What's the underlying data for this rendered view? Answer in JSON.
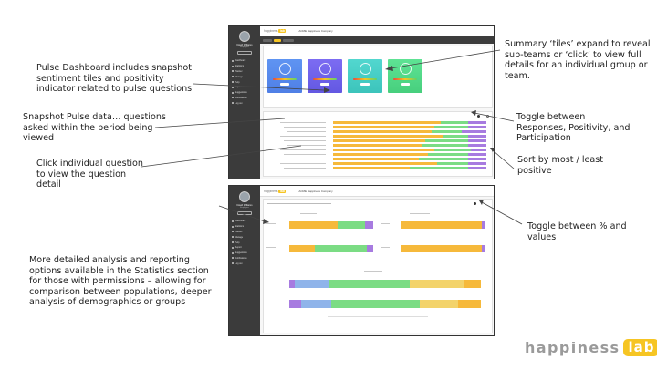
{
  "annotations": {
    "pulse_dashboard": [
      "Pulse Dashboard includes snapshot",
      "sentiment tiles and positivity",
      "indicator related to pulse questions"
    ],
    "snapshot_pulse": [
      "Snapshot Pulse data… questions",
      "asked within the period being",
      "viewed"
    ],
    "click_question": [
      "Click individual question",
      "to view the question",
      "detail"
    ],
    "detailed_analysis": [
      "More detailed analysis and reporting",
      "options available in the Statistics section",
      "for those with permissions – allowing for",
      "comparison between populations, deeper",
      "analysis of demographics or groups"
    ],
    "summary_tiles": [
      "Summary ‘tiles’ expand to reveal",
      "sub-teams or ‘click’ to view full",
      "details for an individual group or",
      "team."
    ],
    "toggle_between": [
      "Toggle between",
      "Responses, Positivity, and",
      "Participation"
    ],
    "sort_by": [
      "Sort by most / least",
      "positive"
    ],
    "toggle_pct": [
      "Toggle between % and",
      "values"
    ]
  },
  "app": {
    "company": "ACME Happiness Company",
    "logo_word": "happiness",
    "logo_badge": "lab"
  },
  "sidebar": {
    "user_name": "David Williams",
    "user_role": "Employee",
    "nav": [
      "Dashboard",
      "Statistics",
      "Tracker",
      "Manage",
      "Help",
      "Report",
      "Suggestions",
      "Notifications",
      "Log out"
    ]
  },
  "colors": {
    "orange": "#f6b93b",
    "green": "#7bdc84",
    "blue": "#8fb4ea",
    "purple": "#a77be0",
    "tile_blue": "#5b8ef0",
    "tile_purple": "#7f6cf0",
    "tile_teal": "#4fd4c9",
    "tile_green": "#59e08f",
    "accent": "#f6c523"
  },
  "footer_logo": {
    "word": "happiness",
    "badge": "lab"
  }
}
